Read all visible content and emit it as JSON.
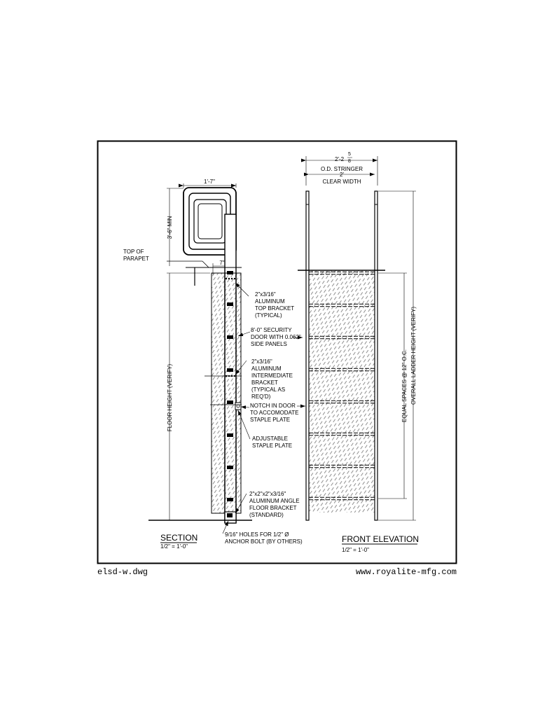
{
  "section": {
    "title": "SECTION",
    "scale": "1/2\" = 1'-0\"",
    "dim_width": "1'-7\"",
    "dim_min": "3'-6\" MIN",
    "dim_7": "7\"",
    "floor_height": "FLOOR HEIGHT (VERIFY)",
    "top_of_parapet": [
      "TOP OF",
      "PARAPET"
    ],
    "callouts": {
      "top_bracket": [
        "2\"x3/16\"",
        "ALUMINUM",
        "TOP BRACKET",
        "(TYPICAL)"
      ],
      "security_door": [
        "8'-0\" SECURITY",
        "DOOR WITH 0.062\"",
        "SIDE PANELS"
      ],
      "intermediate_bracket": [
        "2\"x3/16\"",
        "ALUMINUM",
        "INTERMEDIATE",
        "BRACKET",
        "(TYPICAL AS",
        "REQ'D)"
      ],
      "notch": [
        "NOTCH IN DOOR",
        "TO ACCOMODATE",
        "STAPLE PLATE"
      ],
      "staple_plate": [
        "ADJUSTABLE",
        "STAPLE PLATE"
      ],
      "floor_bracket": [
        "2\"x2\"x2\"x3/16\"",
        "ALUMINUM  ANGLE",
        "FLOOR  BRACKET",
        "(STANDARD)"
      ],
      "holes": [
        "9/16\" HOLES FOR 1/2\" Ø",
        "ANCHOR BOLT (BY OTHERS)"
      ]
    }
  },
  "front_elevation": {
    "title": "FRONT ELEVATION",
    "scale": "1/2\" = 1'-0\"",
    "dim_overall_whole": "2'-2",
    "dim_overall_num": "5",
    "dim_overall_den": "8",
    "od_stringer": "O.D. STRINGER",
    "dim_clear": "2'",
    "clear_width": "CLEAR WIDTH",
    "equal_spaces": "EQUAL SPACES @ 12\" O.C.",
    "overall_height": "OVERALL LADDER HEIGHT (VERIFY)",
    "rung_count": 8
  },
  "footer": {
    "filename": "elsd-w.dwg",
    "website": "www.royalite-mfg.com"
  }
}
